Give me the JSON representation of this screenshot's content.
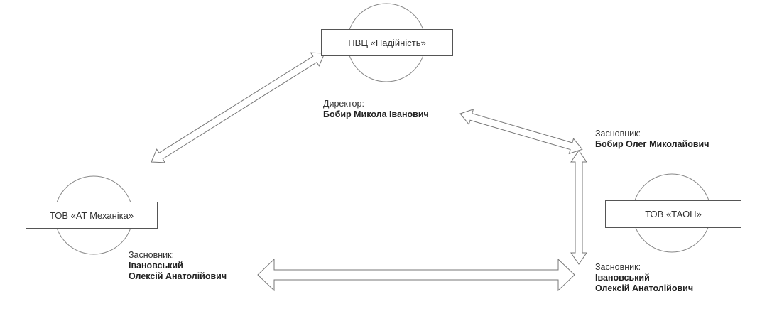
{
  "nodes": {
    "nvc": {
      "name": "НВЦ «Надійність»"
    },
    "at": {
      "name": "ТОВ «АТ Механіка»"
    },
    "taon": {
      "name": "ТОВ «ТАОН»"
    }
  },
  "people": {
    "director": {
      "role": "Директор:",
      "name_lines": [
        "Бобир Микола Іванович"
      ]
    },
    "founder_bobyr": {
      "role": "Засновник:",
      "name_lines": [
        "Бобир Олег Миколайович"
      ]
    },
    "founder_at": {
      "role": "Засновник:",
      "name_lines": [
        "Івановський",
        "Олексій Анатолійович"
      ]
    },
    "founder_taon": {
      "role": "Засновник:",
      "name_lines": [
        "Івановський",
        "Олексій Анатолійович"
      ]
    }
  },
  "colors": {
    "line": "#777777",
    "box_border": "#555555",
    "text": "#222222"
  }
}
